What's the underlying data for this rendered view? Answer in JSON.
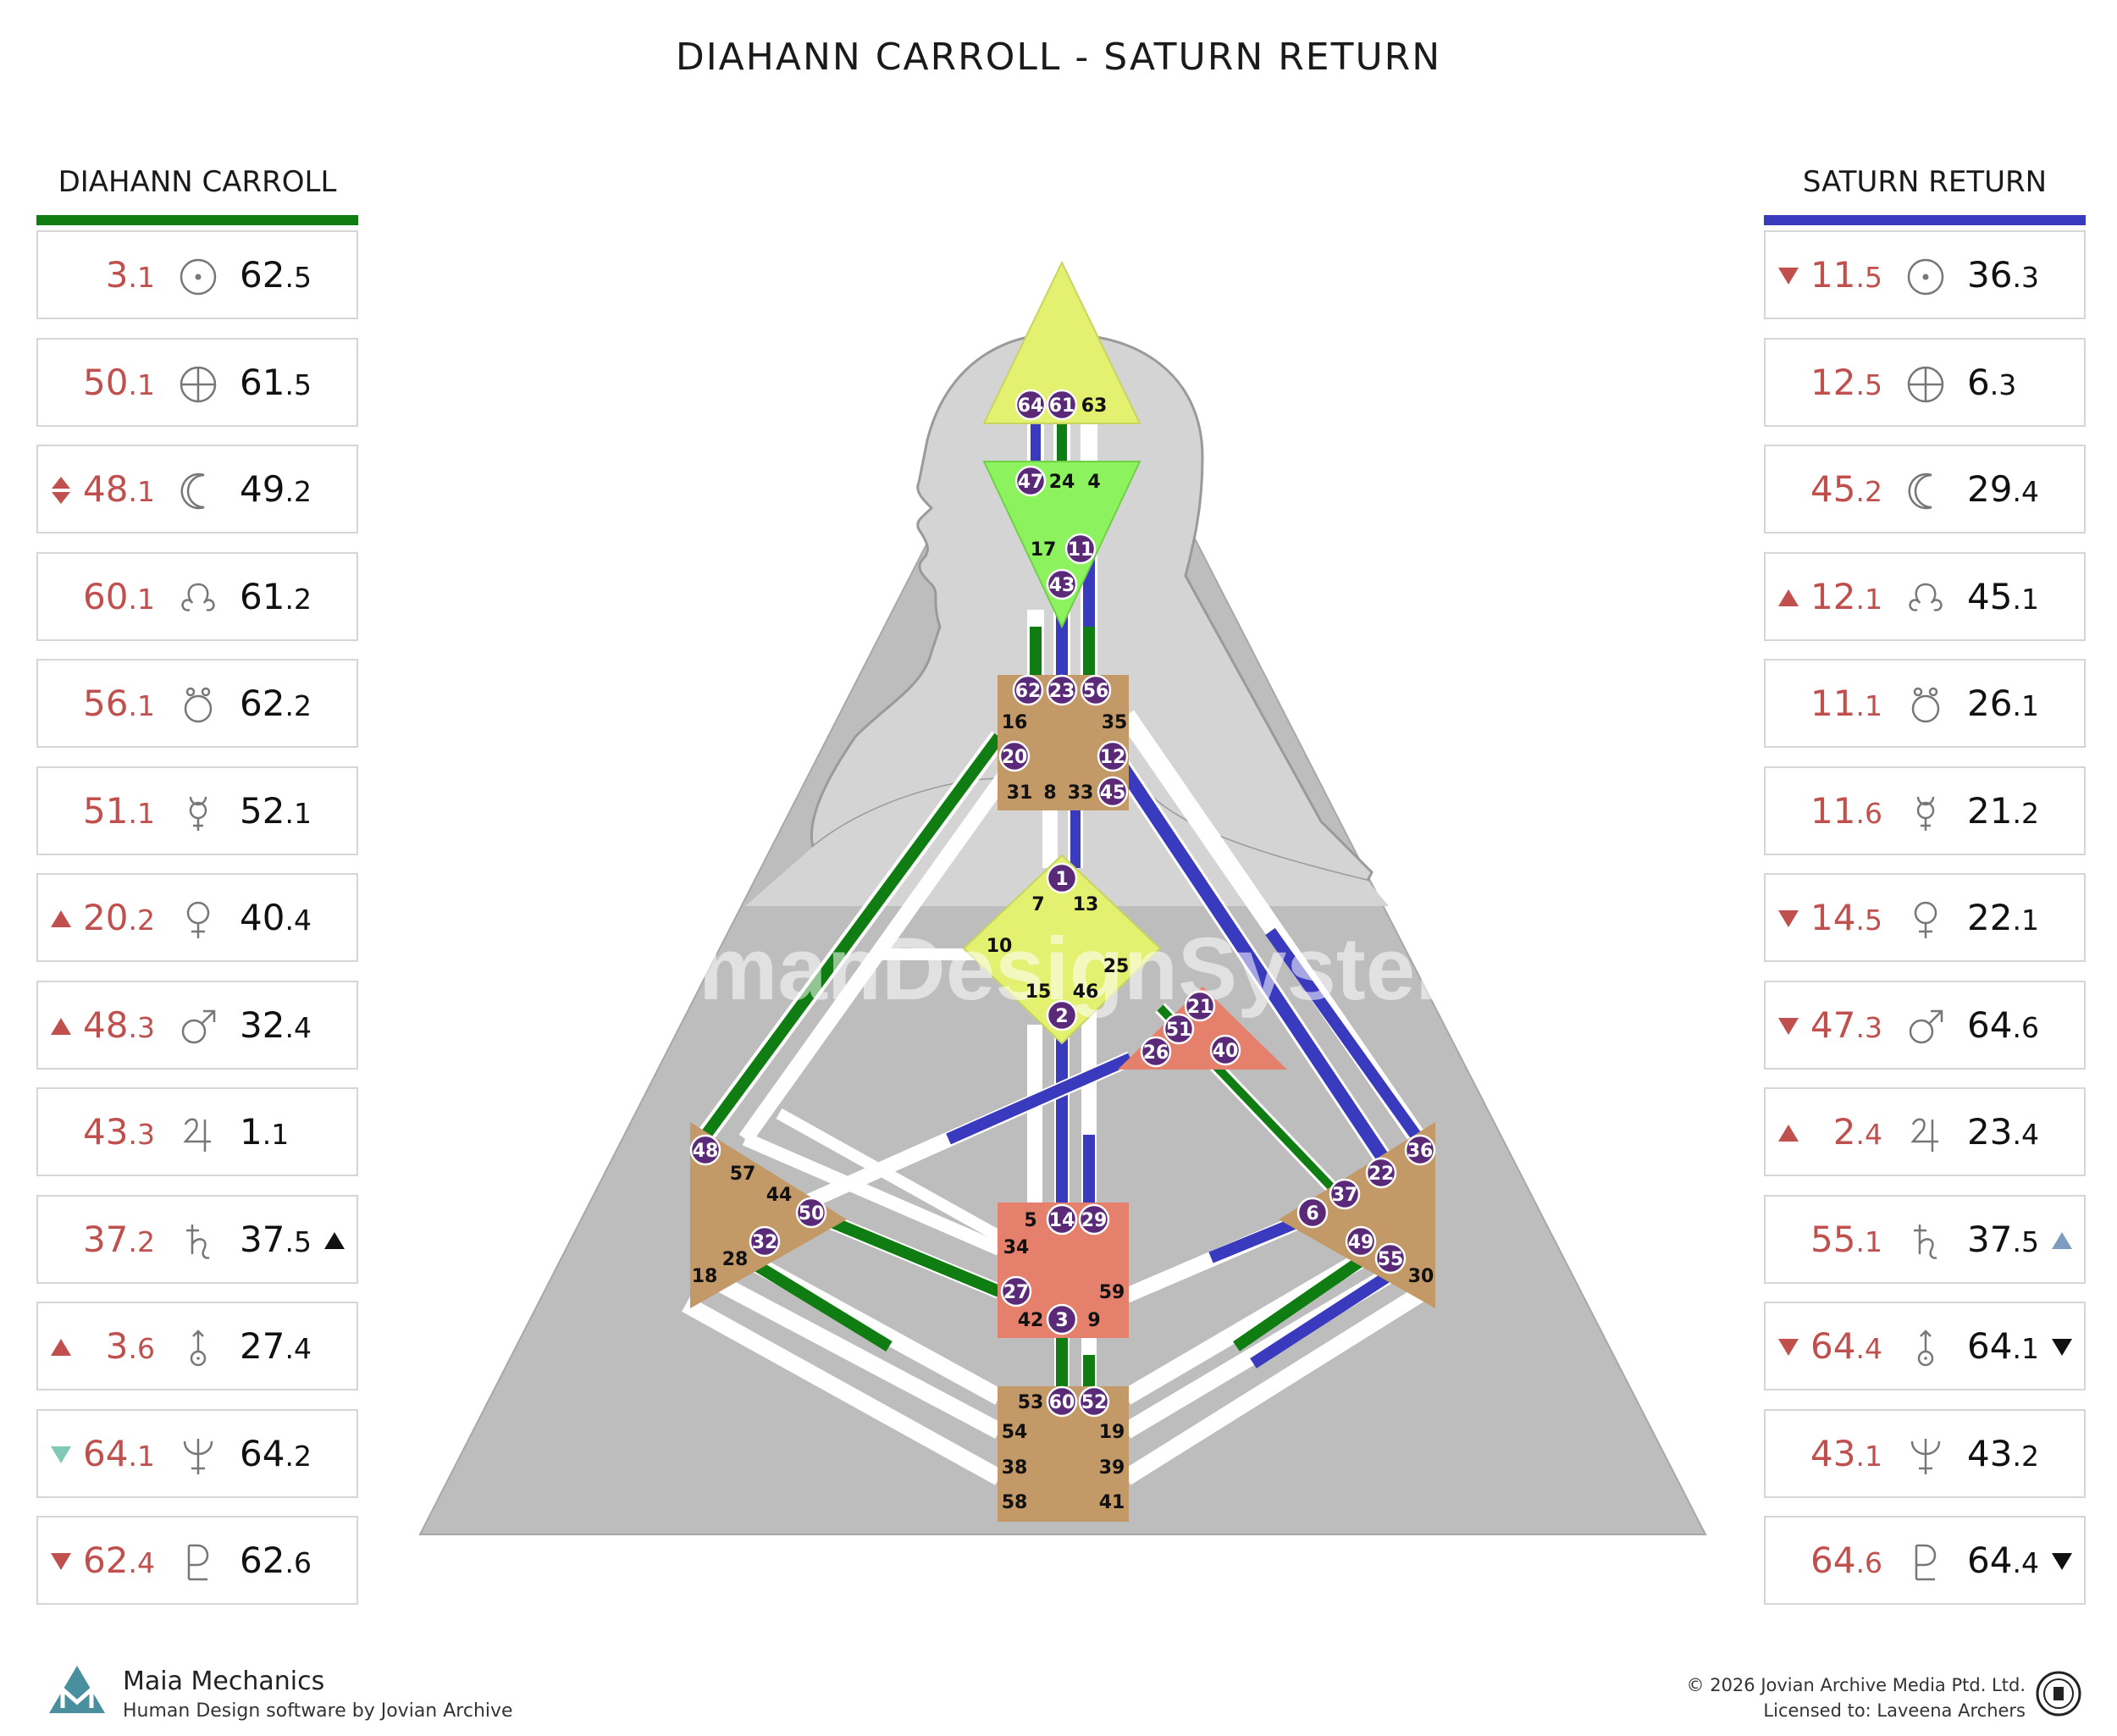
{
  "title": "DIAHANN CARROLL - SATURN RETURN",
  "watermark": "TheHumanDesignSystem.com",
  "colors": {
    "design": "#0f7d12",
    "transit": "#3a3abf",
    "red": "#c0504d",
    "teal": "#7fc9b5",
    "blue": "#7c9dc0"
  },
  "left_panel": {
    "title": "DIAHANN CARROLL",
    "rows": [
      {
        "planet": "sun-icon",
        "g1": "3",
        "l1": ".1",
        "g2": "62",
        "l2": ".5",
        "arrow": ""
      },
      {
        "planet": "earth-icon",
        "g1": "50",
        "l1": ".1",
        "g2": "61",
        "l2": ".5",
        "arrow": ""
      },
      {
        "planet": "moon-icon",
        "g1": "48",
        "l1": ".1",
        "g2": "49",
        "l2": ".2",
        "arrow": "both"
      },
      {
        "planet": "north-node-icon",
        "g1": "60",
        "l1": ".1",
        "g2": "61",
        "l2": ".2",
        "arrow": ""
      },
      {
        "planet": "south-node-icon",
        "g1": "56",
        "l1": ".1",
        "g2": "62",
        "l2": ".2",
        "arrow": ""
      },
      {
        "planet": "mercury-icon",
        "g1": "51",
        "l1": ".1",
        "g2": "52",
        "l2": ".1",
        "arrow": ""
      },
      {
        "planet": "venus-icon",
        "g1": "20",
        "l1": ".2",
        "g2": "40",
        "l2": ".4",
        "arrow": "up"
      },
      {
        "planet": "mars-icon",
        "g1": "48",
        "l1": ".3",
        "g2": "32",
        "l2": ".4",
        "arrow": "up"
      },
      {
        "planet": "jupiter-icon",
        "g1": "43",
        "l1": ".3",
        "g2": "1",
        "l2": ".1",
        "arrow": ""
      },
      {
        "planet": "saturn-icon",
        "g1": "37",
        "l1": ".2",
        "g2": "37",
        "l2": ".5",
        "arrow": "",
        "arrow_r": "up-black"
      },
      {
        "planet": "uranus-icon",
        "g1": "3",
        "l1": ".6",
        "g2": "27",
        "l2": ".4",
        "arrow": "up"
      },
      {
        "planet": "neptune-icon",
        "g1": "64",
        "l1": ".1",
        "g2": "64",
        "l2": ".2",
        "arrow": "down-teal"
      },
      {
        "planet": "pluto-icon",
        "g1": "62",
        "l1": ".4",
        "g2": "62",
        "l2": ".6",
        "arrow": "down"
      }
    ]
  },
  "right_panel": {
    "title": "SATURN RETURN",
    "rows": [
      {
        "planet": "sun-icon",
        "g1": "11",
        "l1": ".5",
        "g2": "36",
        "l2": ".3",
        "arrow": "down"
      },
      {
        "planet": "earth-icon",
        "g1": "12",
        "l1": ".5",
        "g2": "6",
        "l2": ".3",
        "arrow": ""
      },
      {
        "planet": "moon-icon",
        "g1": "45",
        "l1": ".2",
        "g2": "29",
        "l2": ".4",
        "arrow": ""
      },
      {
        "planet": "north-node-icon",
        "g1": "12",
        "l1": ".1",
        "g2": "45",
        "l2": ".1",
        "arrow": "up"
      },
      {
        "planet": "south-node-icon",
        "g1": "11",
        "l1": ".1",
        "g2": "26",
        "l2": ".1",
        "arrow": ""
      },
      {
        "planet": "mercury-icon",
        "g1": "11",
        "l1": ".6",
        "g2": "21",
        "l2": ".2",
        "arrow": ""
      },
      {
        "planet": "venus-icon",
        "g1": "14",
        "l1": ".5",
        "g2": "22",
        "l2": ".1",
        "arrow": "down"
      },
      {
        "planet": "mars-icon",
        "g1": "47",
        "l1": ".3",
        "g2": "64",
        "l2": ".6",
        "arrow": "down"
      },
      {
        "planet": "jupiter-icon",
        "g1": "2",
        "l1": ".4",
        "g2": "23",
        "l2": ".4",
        "arrow": "up"
      },
      {
        "planet": "saturn-icon",
        "g1": "55",
        "l1": ".1",
        "g2": "37",
        "l2": ".5",
        "arrow": "",
        "arrow_r": "up-blue"
      },
      {
        "planet": "uranus-icon",
        "g1": "64",
        "l1": ".4",
        "g2": "64",
        "l2": ".1",
        "arrow": "down",
        "arrow_r": "down-black"
      },
      {
        "planet": "neptune-icon",
        "g1": "43",
        "l1": ".1",
        "g2": "43",
        "l2": ".2",
        "arrow": ""
      },
      {
        "planet": "pluto-icon",
        "g1": "64",
        "l1": ".6",
        "g2": "64",
        "l2": ".4",
        "arrow": "",
        "arrow_r": "down-black"
      }
    ]
  },
  "gates": {
    "head": [
      "64",
      "61",
      "63"
    ],
    "ajna": [
      "47",
      "24",
      "4",
      "17",
      "11",
      "43"
    ],
    "throat": [
      "62",
      "23",
      "56",
      "16",
      "35",
      "20",
      "12",
      "31",
      "8",
      "33",
      "45"
    ],
    "g": [
      "1",
      "7",
      "13",
      "10",
      "25",
      "15",
      "46",
      "2"
    ],
    "ego": [
      "21",
      "51",
      "26",
      "40"
    ],
    "spleen": [
      "48",
      "57",
      "44",
      "50",
      "32",
      "28",
      "18"
    ],
    "sacral": [
      "5",
      "14",
      "29",
      "34",
      "27",
      "59",
      "42",
      "3",
      "9"
    ],
    "solar": [
      "36",
      "22",
      "37",
      "6",
      "49",
      "55",
      "30"
    ],
    "root": [
      "53",
      "60",
      "52",
      "54",
      "19",
      "38",
      "39",
      "58",
      "41"
    ]
  },
  "footer": {
    "brand": "Maia Mechanics",
    "sub": "Human Design software by Jovian Archive",
    "copyright": "© 2026 Jovian Archive Media Ptd. Ltd.",
    "licensed": "Licensed to: Laveena Archers"
  }
}
